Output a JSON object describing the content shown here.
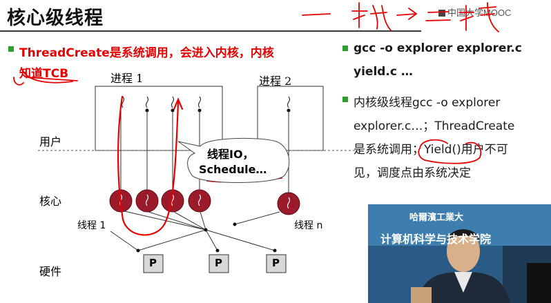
{
  "slide": {
    "title": "核心级线程",
    "watermark": "中国大学MOOC"
  },
  "left_bullet": {
    "line1": "ThreadCreate是系统调用，会进入内核，内核",
    "line2": "知道TCB"
  },
  "right_bullets": [
    {
      "text": "gcc -o explorer explorer.c"
    },
    {
      "text": "yield.c …"
    },
    {
      "text": "内核级线程gcc -o explorer"
    },
    {
      "text": "explorer.c…；ThreadCreate"
    },
    {
      "text": "是系统调用；Yield()用户不可"
    },
    {
      "text": "见，调度点由系统决定"
    }
  ],
  "diagram": {
    "process1_label": "进程 1",
    "process2_label": "进程 2",
    "row_user": "用户",
    "row_kernel": "核心",
    "row_hardware": "硬件",
    "thread1_label": "线程 1",
    "threadn_label": "线程 n",
    "callout_line1": "线程IO，",
    "callout_line2": "Schedule…",
    "cpu_label": "P"
  },
  "video": {
    "banner_top": "哈爾濱工業大",
    "banner_text": "计算机科学与技术学院"
  },
  "colors": {
    "accent_red": "#e60000",
    "bullet_green": "#2f9e2f",
    "kernel_ball": "#9b1b2a",
    "cpu_fill": "#d8d8d8"
  }
}
